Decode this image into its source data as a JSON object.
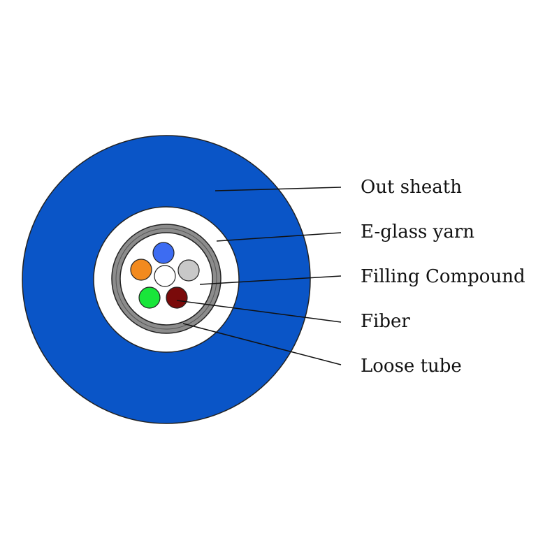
{
  "labels": {
    "out_sheath": "Out sheath",
    "e_glass_yarn": "E-glass yarn",
    "filling_compound": "Filling Compound",
    "fiber": "Fiber",
    "loose_tube": "Loose tube"
  },
  "colors": {
    "out_sheath": "#0a55c7",
    "e_glass_yarn": "#ffffff",
    "loose_tube": "#8c8c8c",
    "filling_compound": "#ffffff",
    "fiber_blue": "#3d6cf2",
    "fiber_orange": "#f28a1e",
    "fiber_white": "#ffffff",
    "fiber_gray": "#c8c8c8",
    "fiber_green": "#19e63a",
    "fiber_red": "#7a0a0a",
    "outline": "#222222",
    "leader": "#111111"
  }
}
